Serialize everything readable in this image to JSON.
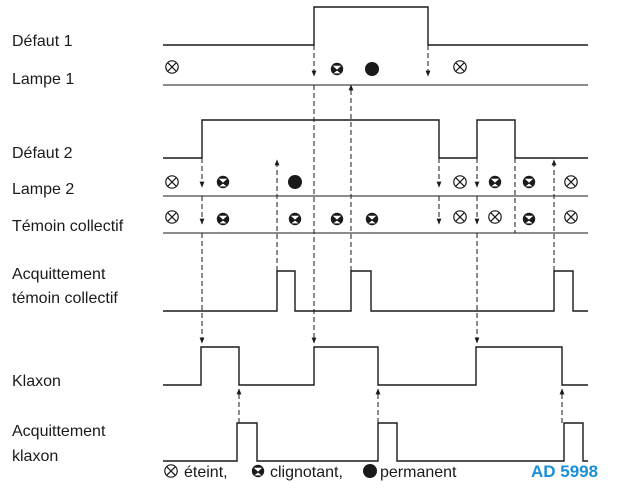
{
  "labels": {
    "defaut1": "Défaut 1",
    "lampe1": "Lampe 1",
    "defaut2": "Défaut 2",
    "lampe2": "Lampe 2",
    "temoin": "Témoin collectif",
    "acq_temoin_1": "Acquittement",
    "acq_temoin_2": "témoin collectif",
    "klaxon": "Klaxon",
    "acq_klaxon_1": "Acquittement",
    "acq_klaxon_2": "klaxon"
  },
  "legend": {
    "off": "éteint,",
    "blink": "clignotant,",
    "steady": "permanent"
  },
  "code": "AD 5998",
  "colors": {
    "ink": "#1a1a1a",
    "code": "#1a8fd6"
  },
  "symbols": {
    "off": "crossed-circle",
    "blink": "half-filled-circle",
    "steady": "filled-circle"
  }
}
